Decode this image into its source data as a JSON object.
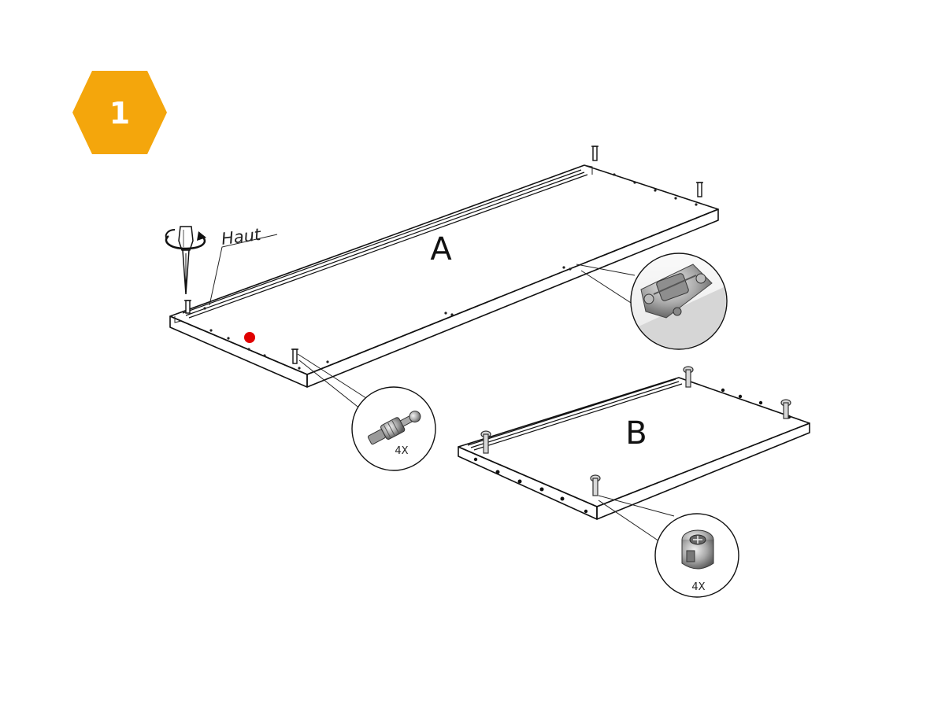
{
  "step_badge": {
    "number": "1",
    "color": "#F4A60C"
  },
  "panel_a": {
    "label": "A",
    "side_label": "Haut"
  },
  "panel_b": {
    "label": "B"
  },
  "callouts": {
    "cam_dowel": {
      "quantity": "4X",
      "icon": "cam-dowel-icon"
    },
    "cam_lock": {
      "quantity": "4X",
      "icon": "cam-lock-icon"
    },
    "hinge_plate": {
      "icon": "hinge-plate-icon"
    }
  },
  "tools": {
    "screwdriver": "screwdriver-icon",
    "rotation": "rotate-arrow-icon"
  },
  "marker": {
    "color": "#E00000"
  }
}
